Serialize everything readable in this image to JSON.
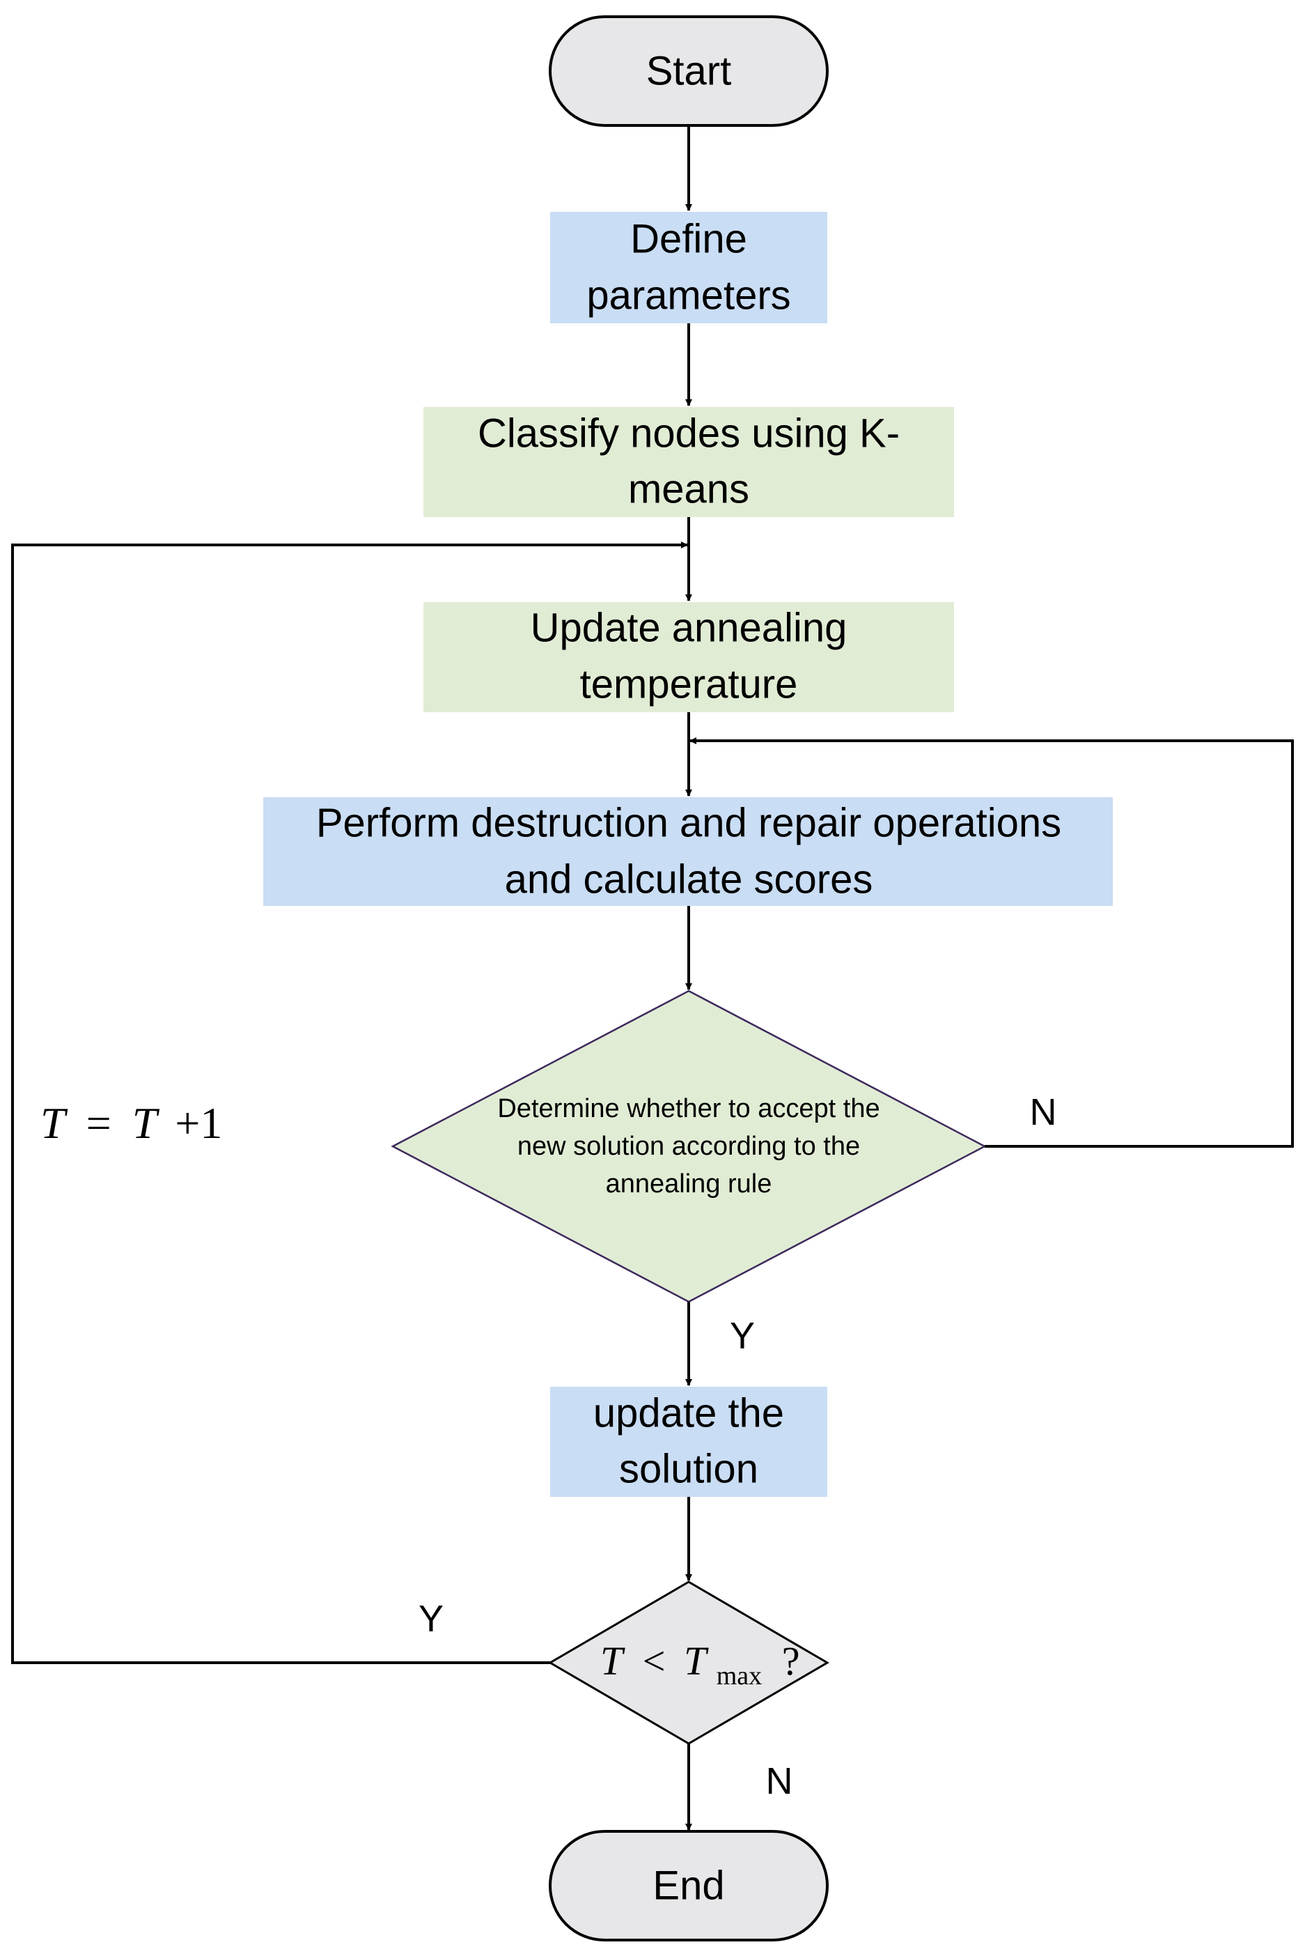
{
  "colors": {
    "terminal_fill": "#e7e7e9",
    "process_blue": "#c9ddf4",
    "process_green": "#e1ecd5",
    "decision_green": "#e1ecd5",
    "decision_gray": "#e7e7e9",
    "decision_stroke": "#3d2a5c",
    "line": "#000000"
  },
  "nodes": {
    "start": {
      "label": "Start"
    },
    "define": {
      "line1": "Define",
      "line2": "parameters"
    },
    "classify": {
      "line1": "Classify nodes using K-",
      "line2": "means"
    },
    "update_temp": {
      "line1": "Update annealing",
      "line2": "temperature"
    },
    "perform": {
      "line1": "Perform destruction and repair operations",
      "line2": "and calculate scores"
    },
    "determine": {
      "line1": "Determine whether to accept the",
      "line2": "new solution according to the",
      "line3": "annealing rule"
    },
    "update_solution": {
      "line1": "update the",
      "line2": "solution"
    },
    "check": {
      "var": "T",
      "op": "<",
      "tvar": "T",
      "sub": "max",
      "q": "?"
    },
    "end": {
      "label": "End"
    }
  },
  "edges": {
    "determine_no": "N",
    "determine_yes": "Y",
    "check_yes": "Y",
    "check_no": "N",
    "loop_label": {
      "lhs": "T",
      "eq": "=",
      "rhs_var": "T",
      "rhs_rest": "+1"
    }
  }
}
